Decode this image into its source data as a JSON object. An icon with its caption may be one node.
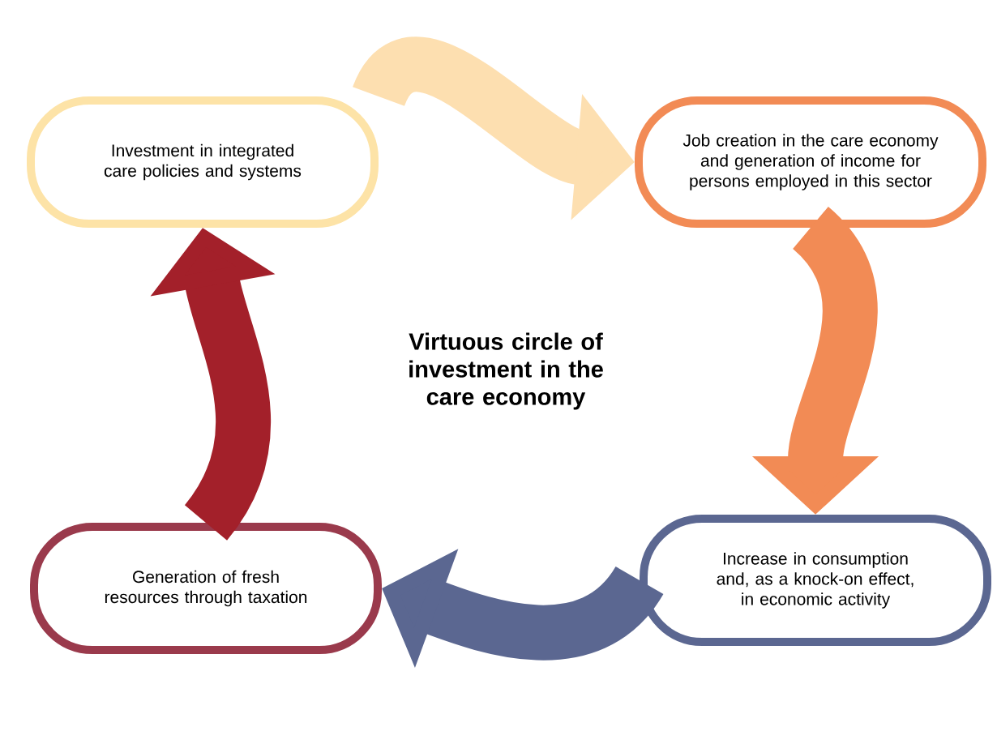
{
  "diagram": {
    "title": "Virtuous circle of investment in the care economy",
    "nodes": [
      {
        "text": [
          "Investment in integrated care policies and systems"
        ]
      },
      {
        "text": [
          "Job creation in the care economy and generation of income for persons employed in this sector"
        ]
      },
      {
        "text": [
          "Increase in consumption and, as a knock-on effect, in economic activity"
        ]
      },
      {
        "text": [
          "Generation of fresh resources through taxation"
        ]
      }
    ],
    "edges": [
      {
        "from": 0,
        "to": 1,
        "arrow": "to",
        "color": "#fddfb0"
      },
      {
        "from": 1,
        "to": 2,
        "arrow": "to",
        "color": "#f28b55"
      },
      {
        "from": 2,
        "to": 3,
        "arrow": "to",
        "color": "#5b6791"
      },
      {
        "from": 3,
        "to": 0,
        "arrow": "to",
        "color": "#a3202a"
      }
    ]
  }
}
